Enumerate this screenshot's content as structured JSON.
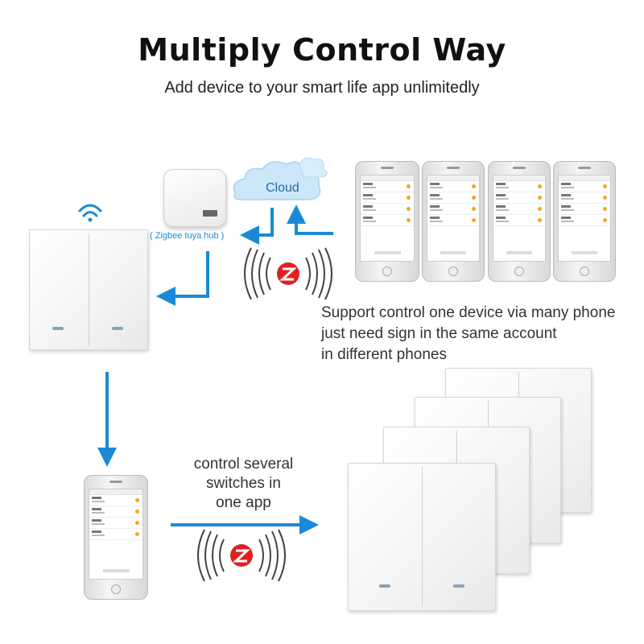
{
  "header": {
    "title": "Multiply Control Way",
    "subtitle": "Add device to your smart life app unlimitedly"
  },
  "hub": {
    "label": "( Zigbee tuya hub )"
  },
  "cloud": {
    "label": "Cloud"
  },
  "support_text": {
    "line1": "Support control one device via many phone",
    "line2": "just need sign in the same account",
    "line3": "in different phones"
  },
  "control_text": {
    "line1": "control several",
    "line2": "switches in",
    "line3": "one app"
  },
  "icons": {
    "wifi": "wifi-icon",
    "zigbee": "zigbee-logo-icon",
    "cloud": "cloud-icon",
    "arrow": "arrow-icon"
  },
  "colors": {
    "arrow": "#1a8ad6",
    "wifi": "#1a8ad6",
    "zigbee_red": "#e02020",
    "cloud_fill": "#c9e6f7",
    "accent_orange": "#f5a623"
  }
}
